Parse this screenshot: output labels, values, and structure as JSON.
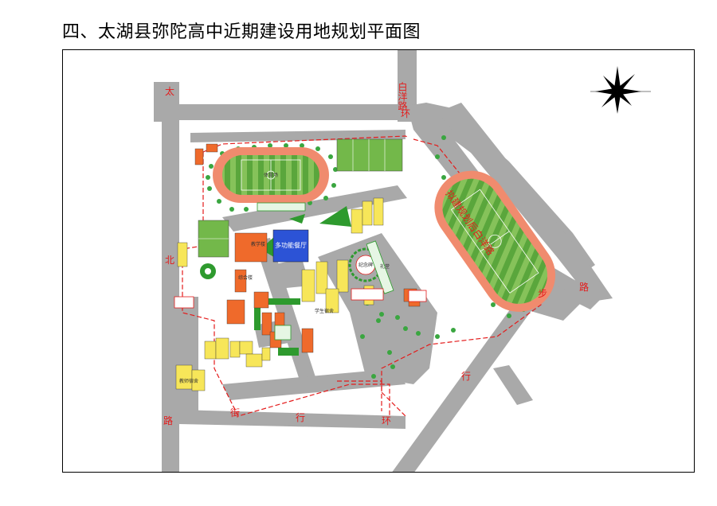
{
  "title": "四、太湖县弥陀高中近期建设用地规划平面图",
  "roads": {
    "vertical_left": [
      "太",
      "北",
      "路"
    ],
    "top_right": "白洋路",
    "ring_upper": "环",
    "ring_lower": "环",
    "planned_road": "拟建规划后白洋路",
    "bu": "步",
    "lu": "路",
    "xing": "行",
    "jie_street": [
      "街",
      "行"
    ]
  },
  "buildings": {
    "gym": "多功能餐厅",
    "sports_venue": "体育场",
    "student_dorm": "学生宿舍",
    "teaching": "教学楼",
    "staff_dorm": "教师宿舍",
    "pool": "综合楼",
    "memorial": "纪念碑",
    "hall": "礼堂"
  },
  "colors": {
    "road": "#a9a9a9",
    "green": "#2e9a2e",
    "field": "#73b84a",
    "orange": "#ef6a2b",
    "yellow": "#f7e659",
    "blue": "#2c53d6",
    "red_line": "#e41b1b"
  }
}
